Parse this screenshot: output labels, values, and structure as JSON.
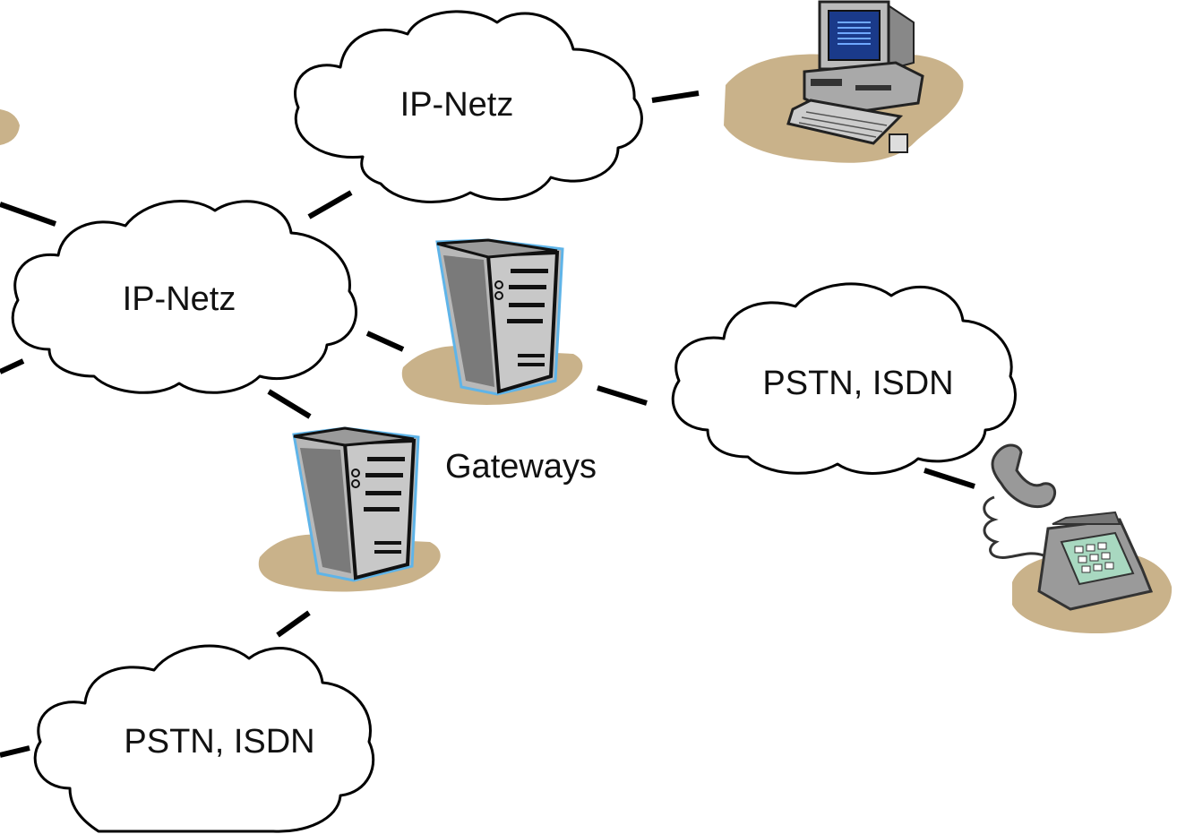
{
  "clouds": {
    "ip_top": "IP-Netz",
    "ip_left": "IP-Netz",
    "pstn_right": "PSTN, ISDN",
    "pstn_bottom": "PSTN, ISDN"
  },
  "labels": {
    "gateways": "Gateways"
  },
  "icons": {
    "computer": "desktop-computer-icon",
    "server": "server-tower-icon",
    "telephone": "telephone-icon"
  },
  "colors": {
    "ground_shadow": "#c9b28a",
    "server_outline": "#5fb4e8",
    "phone_keypad": "#a8d8c0"
  }
}
